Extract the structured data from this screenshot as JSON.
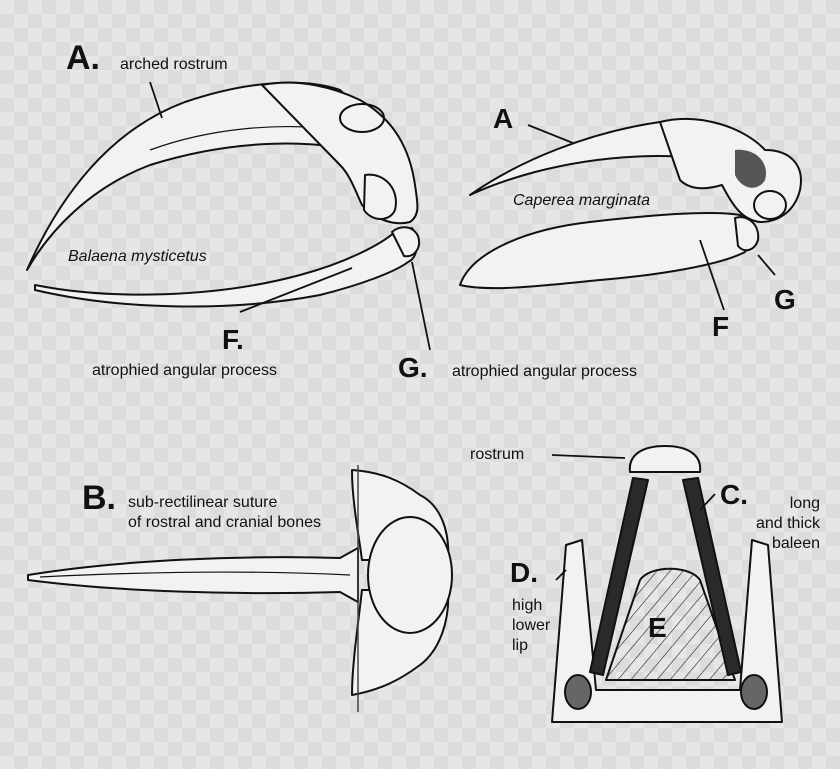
{
  "panel_a": {
    "balaena": {
      "letter": "A.",
      "rostrum_label": "arched rostrum",
      "species": "Balaena mysticetus",
      "f_letter": "F.",
      "f_label": "atrophied angular process",
      "g_letter": "G.",
      "g_label": "atrophied angular process"
    },
    "caperea": {
      "letter_a": "A",
      "species": "Caperea marginata",
      "letter_f": "F",
      "letter_g": "G"
    }
  },
  "panel_b": {
    "letter": "B.",
    "caption": "sub-rectilinear suture\nof rostral and cranial bones"
  },
  "panel_cde": {
    "rostrum_label": "rostrum",
    "c_letter": "C.",
    "c_label": "long\nand thick\nbaleen",
    "d_letter": "D.",
    "d_label": "high\nlower\nlip",
    "e_letter": "E"
  },
  "colors": {
    "ink": "#111111",
    "bone": "#f2f2f2",
    "background": "#e6e6e6"
  }
}
